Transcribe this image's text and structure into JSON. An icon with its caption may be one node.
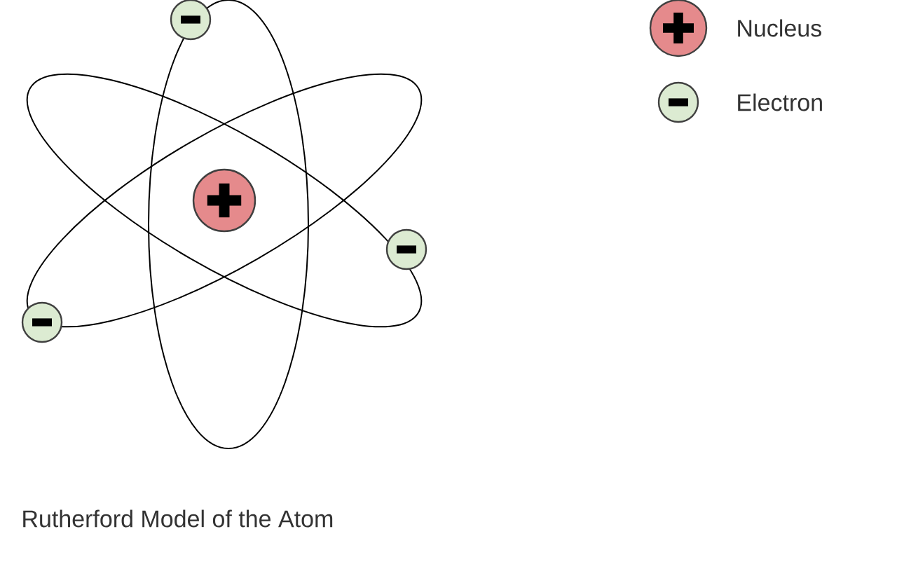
{
  "diagram": {
    "caption": "Rutherford Model of the Atom",
    "legend": [
      {
        "text": "Nucleus"
      },
      {
        "text": "Electron"
      }
    ]
  }
}
